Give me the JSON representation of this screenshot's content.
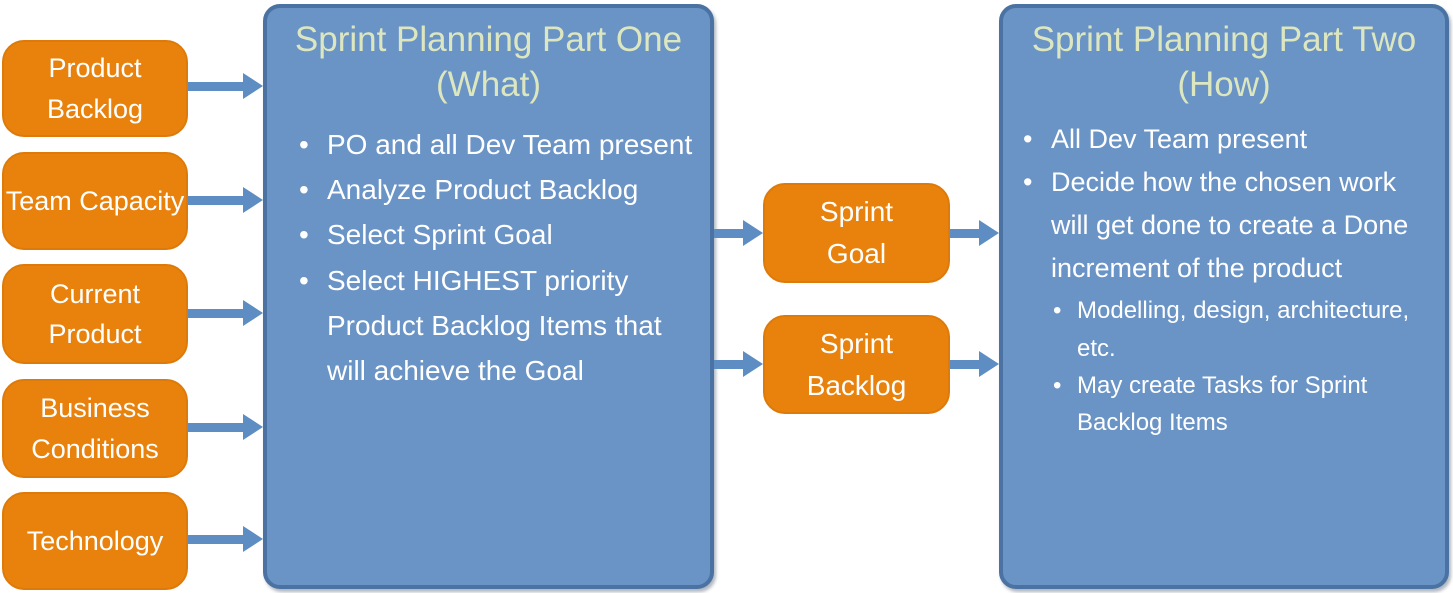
{
  "colors": {
    "orange": "#E8820D",
    "orange_border": "#DD7A09",
    "blue_fill": "#6A93C6",
    "blue_border": "#4A72A2",
    "title_green": "#DDE7BF",
    "arrow_blue": "#5E8DC3",
    "text_white": "#FFFFFF"
  },
  "inputs": [
    {
      "label": "Product Backlog"
    },
    {
      "label": "Team Capacity"
    },
    {
      "label": "Current Product"
    },
    {
      "label": "Business Conditions"
    },
    {
      "label": "Technology"
    }
  ],
  "part_one": {
    "title": "Sprint Planning Part One (What)",
    "bullets": [
      "PO and all Dev Team present",
      "Analyze Product Backlog",
      "Select Sprint Goal",
      "Select HIGHEST priority Product Backlog Items that will achieve the Goal"
    ]
  },
  "outputs": [
    {
      "label": "Sprint Goal"
    },
    {
      "label": "Sprint Backlog"
    }
  ],
  "part_two": {
    "title": "Sprint Planning Part Two (How)",
    "bullets": [
      "All Dev Team present",
      "Decide how the chosen work will get done to create a Done increment of the product"
    ],
    "sub_bullets": [
      "Modelling, design, architecture, etc.",
      "May create Tasks for Sprint Backlog Items"
    ]
  }
}
